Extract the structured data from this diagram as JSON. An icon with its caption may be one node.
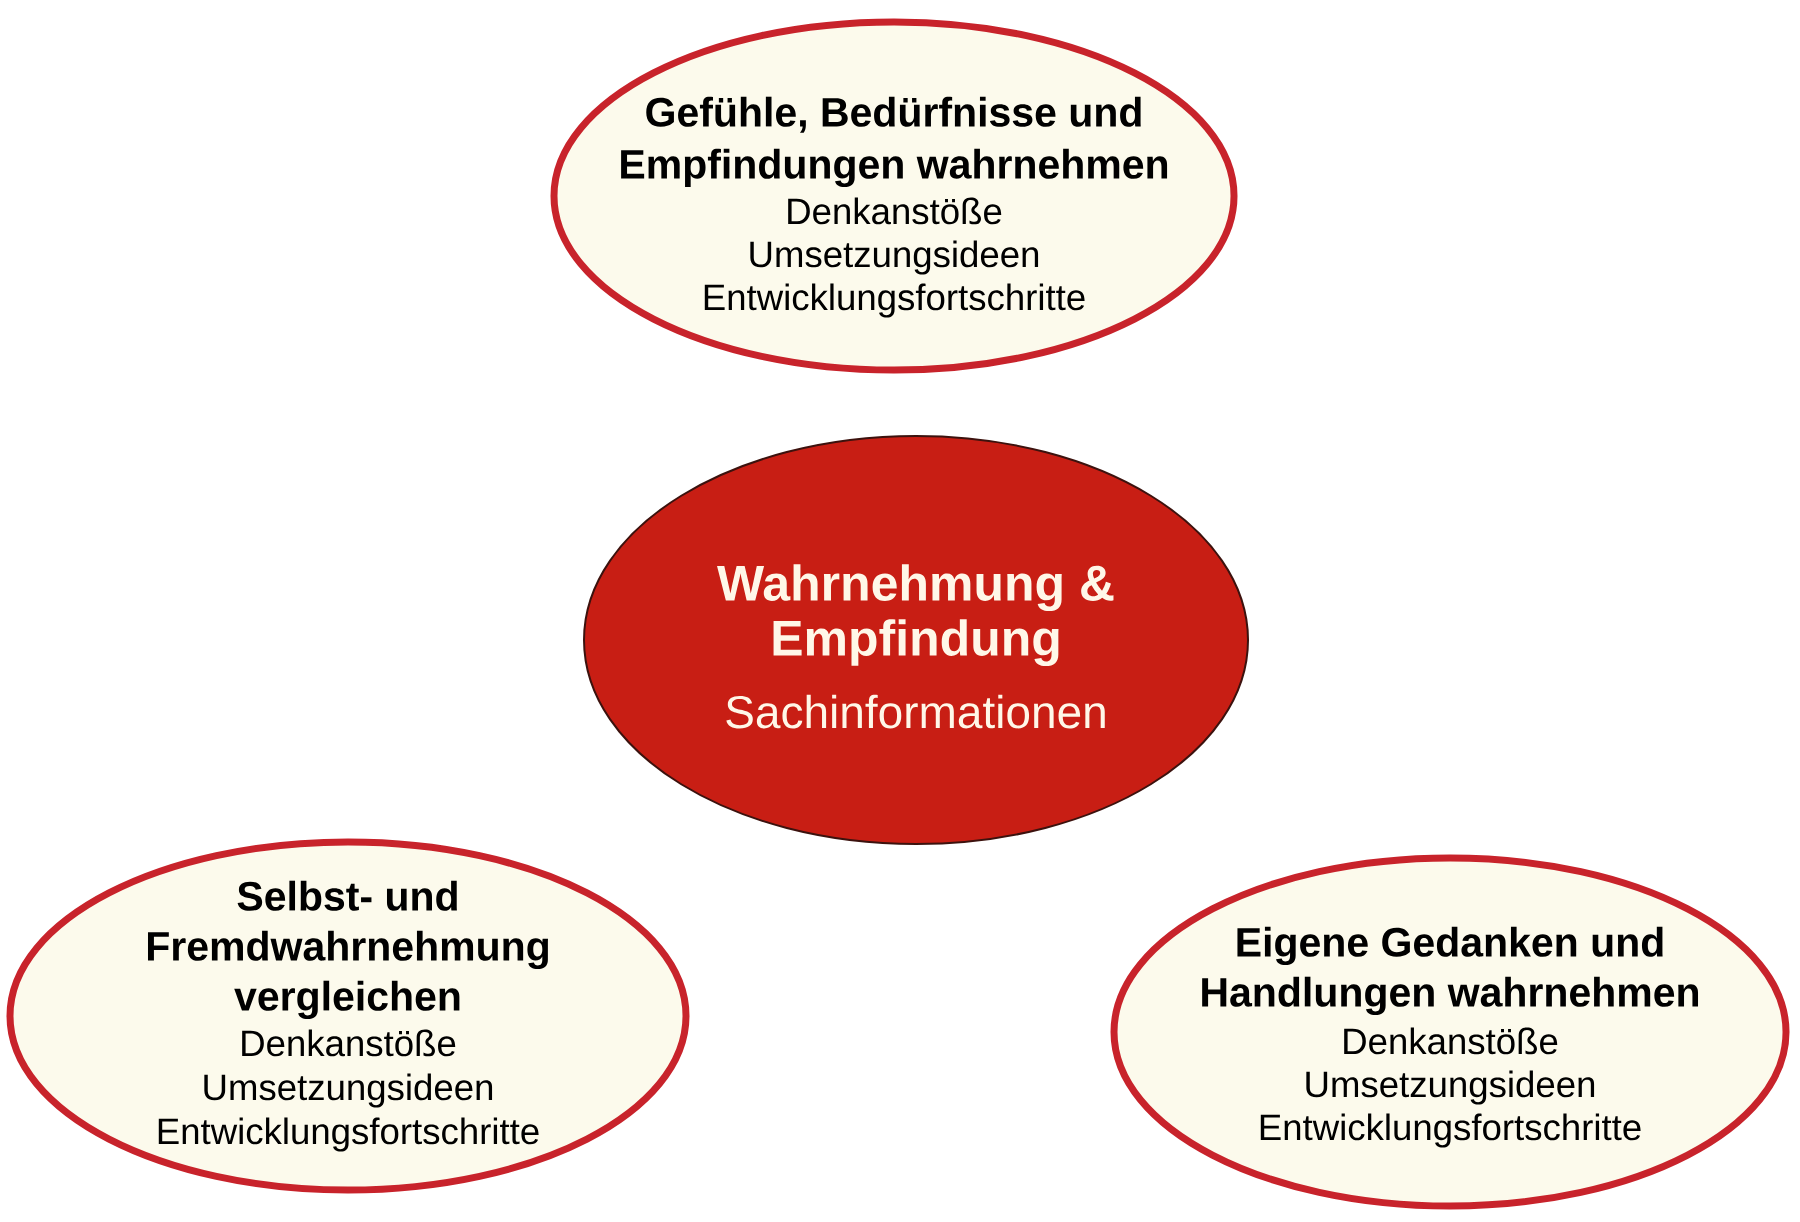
{
  "diagram": {
    "nodes": [
      {
        "text": [
          "Gefühle, Bedürfnisse und Empfindungen wahrnehmen",
          "Denkanstöße",
          "Umsetzungsideen",
          "Entwicklungsfortschritte"
        ]
      },
      {
        "text": [
          "Wahrnehmung & Empfindung",
          "Sachinformationen"
        ]
      },
      {
        "text": [
          "Selbst- und Fremdwahrnehmung vergleichen",
          "Denkanstöße",
          "Umsetzungsideen",
          "Entwicklungsfortschritte"
        ]
      },
      {
        "text": [
          "Eigene Gedanken und Handlungen wahrnehmen",
          "Denkanstöße",
          "Umsetzungsideen",
          "Entwicklungsfortschritte"
        ]
      }
    ]
  }
}
